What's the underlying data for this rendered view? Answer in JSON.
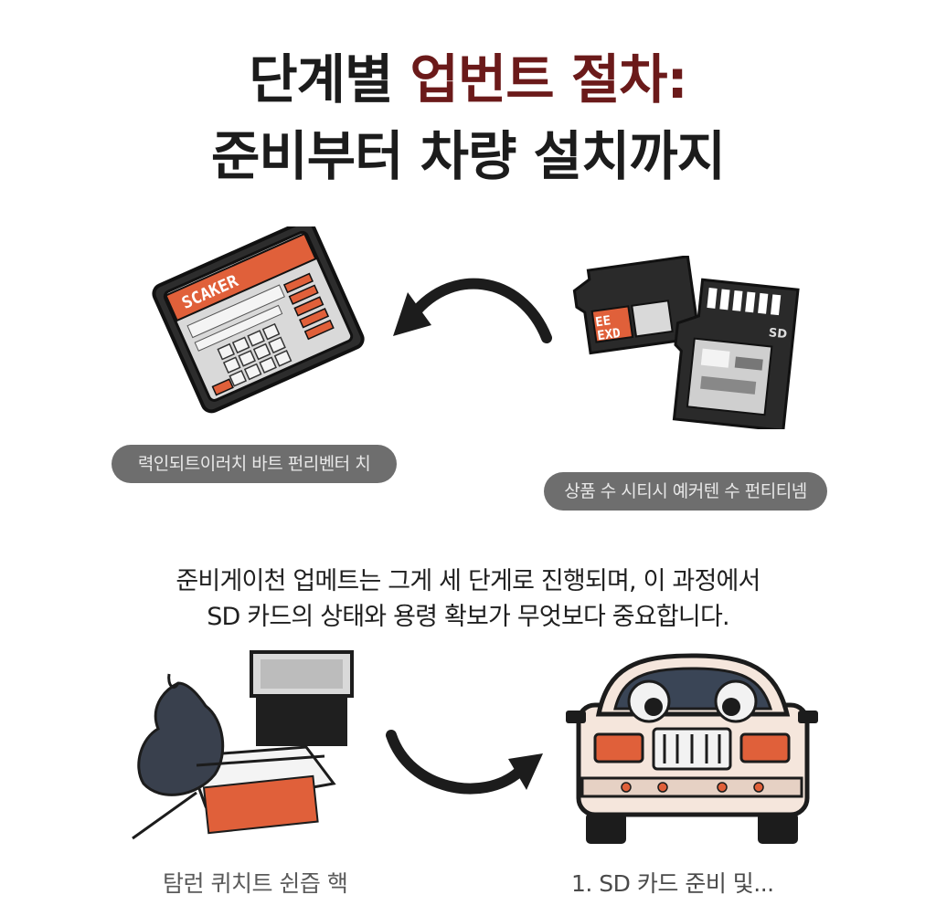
{
  "title": {
    "line1_prefix": "단계별 ",
    "line1_accent": "업번트 절차:",
    "line2": "준비부터 차량 설치까지"
  },
  "step_labels": {
    "left": "력인되트이러치 바트 펀리벤터 치",
    "right": "상품 수 시티시 예커텐 수 펀티티넴"
  },
  "sd_card_text": {
    "left_card": "SCAKER",
    "right_card_top": "ЕЕ",
    "right_card_bottom": "EXD",
    "right_card_badge": "SD"
  },
  "description": {
    "line1": "준비게이천 업메트는 그게 세 단게로 진행되며, 이 과정에서",
    "line2": "SD 카드의 상태와 용령 확보가 무엇보다 중요합니다."
  },
  "captions": {
    "left": "탐런 퀴치트 쉰즙 핵",
    "right": "1. SD 카드 준비 및..."
  },
  "colors": {
    "accent": "#6b1a1a",
    "orange": "#e0603a",
    "dark": "#1f1f1f",
    "pill": "#6e6e6e"
  }
}
